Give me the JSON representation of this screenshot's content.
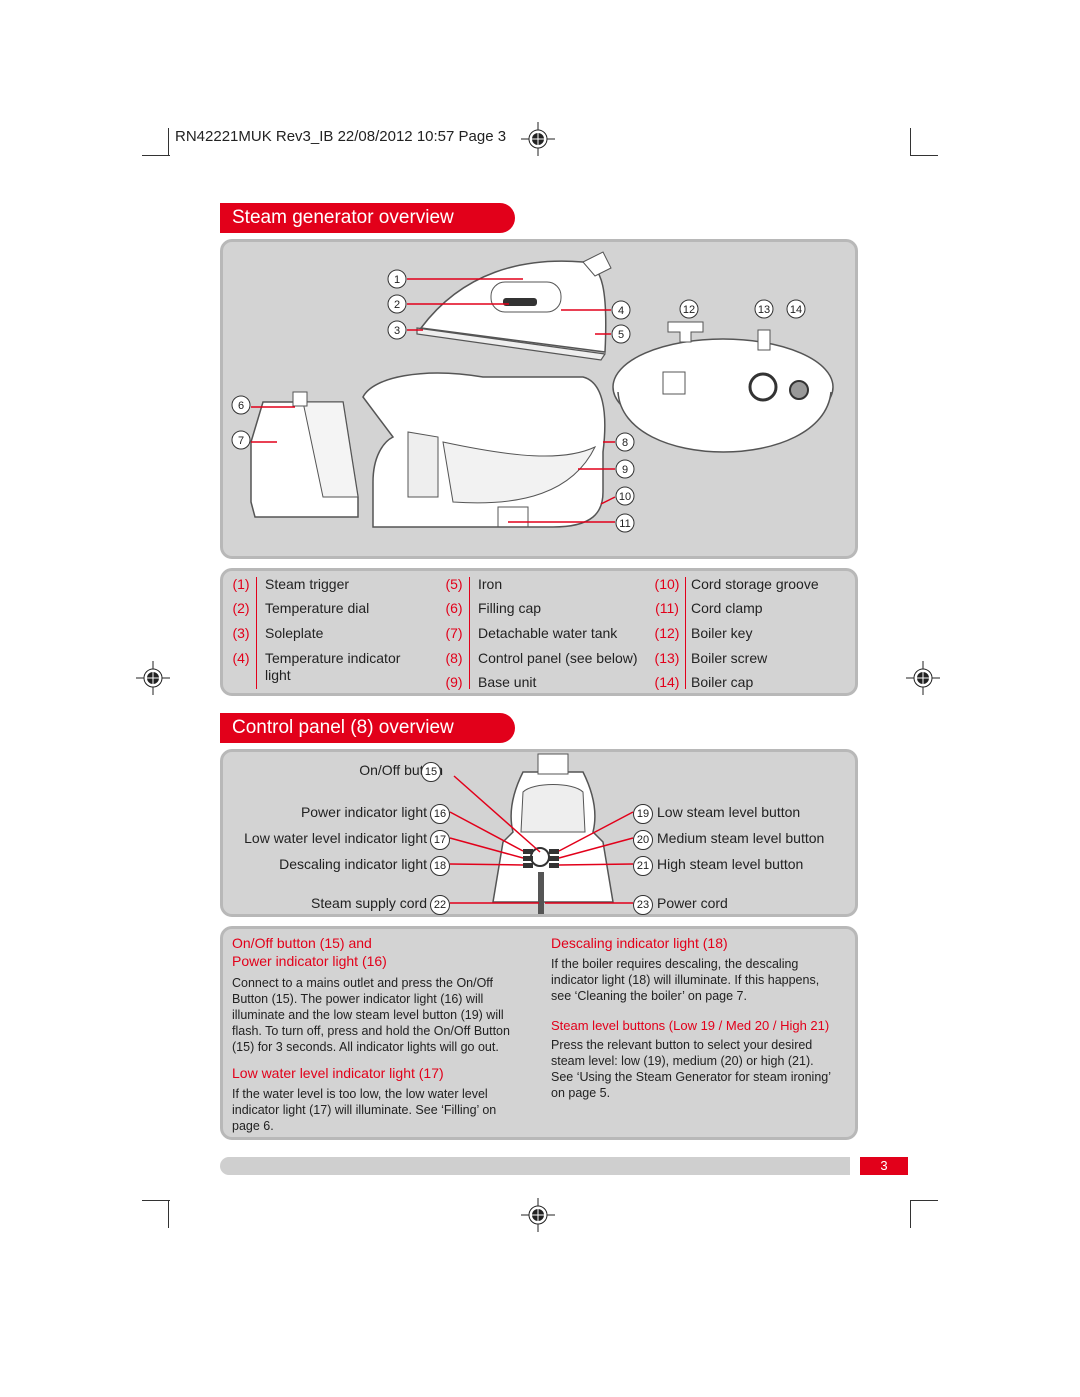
{
  "slug": "RN42221MUK Rev3_IB 22/08/2012 10:57 Page 3",
  "section1_title": "Steam generator overview",
  "section2_title": "Control panel (8) overview",
  "diagram_numbers": [
    "1",
    "2",
    "3",
    "4",
    "5",
    "6",
    "7",
    "8",
    "9",
    "10",
    "11",
    "12",
    "13",
    "14"
  ],
  "parts": [
    {
      "n": "(1)",
      "label": "Steam trigger"
    },
    {
      "n": "(2)",
      "label": "Temperature dial"
    },
    {
      "n": "(3)",
      "label": "Soleplate"
    },
    {
      "n": "(4)",
      "label": "Temperature indicator light"
    },
    {
      "n": "(5)",
      "label": "Iron"
    },
    {
      "n": "(6)",
      "label": "Filling cap"
    },
    {
      "n": "(7)",
      "label": "Detachable water tank"
    },
    {
      "n": "(8)",
      "label": "Control panel (see below)"
    },
    {
      "n": "(9)",
      "label": "Base unit"
    },
    {
      "n": "(10)",
      "label": "Cord storage groove"
    },
    {
      "n": "(11)",
      "label": "Cord clamp"
    },
    {
      "n": "(12)",
      "label": "Boiler key"
    },
    {
      "n": "(13)",
      "label": "Boiler screw"
    },
    {
      "n": "(14)",
      "label": "Boiler cap"
    }
  ],
  "control_panel": {
    "left": [
      {
        "label": "On/Off button",
        "n": "15"
      },
      {
        "label": "Power indicator light",
        "n": "16"
      },
      {
        "label": "Low water level indicator light",
        "n": "17"
      },
      {
        "label": "Descaling indicator light",
        "n": "18"
      },
      {
        "label": "Steam supply cord",
        "n": "22"
      }
    ],
    "right": [
      {
        "label": "Low steam level button",
        "n": "19"
      },
      {
        "label": "Medium steam level button",
        "n": "20"
      },
      {
        "label": "High steam level button",
        "n": "21"
      },
      {
        "label": "Power cord",
        "n": "23"
      }
    ]
  },
  "info": {
    "onoff_h1": "On/Off button (15) and",
    "onoff_h2": "Power indicator light (16)",
    "onoff_body": [
      "Connect to a mains outlet and press the On/Off",
      "Button (15). The power indicator light (16) will",
      "illuminate and the low steam level button (19) will",
      "flash. To turn off, press and hold the On/Off Button",
      "(15) for 3 seconds. All indicator lights will go out."
    ],
    "lowwater_h": "Low water level indicator light (17)",
    "lowwater_body": [
      "If the water level is too low, the low water level",
      "indicator light (17) will illuminate. See ‘Filling’ on",
      "page 6."
    ],
    "descale_h": "Descaling indicator light (18)",
    "descale_body": [
      "If the boiler requires descaling, the descaling",
      "indicator light (18) will illuminate. If this happens,",
      "see ‘Cleaning the boiler’ on page 7."
    ],
    "steam_h": "Steam level buttons (Low 19 / Med 20 / High 21)",
    "steam_body": [
      "Press the relevant button to select your desired",
      "steam level: low (19), medium (20) or high (21).",
      "See ‘Using the Steam Generator for steam ironing’",
      "on page 5."
    ]
  },
  "page_number": "3"
}
